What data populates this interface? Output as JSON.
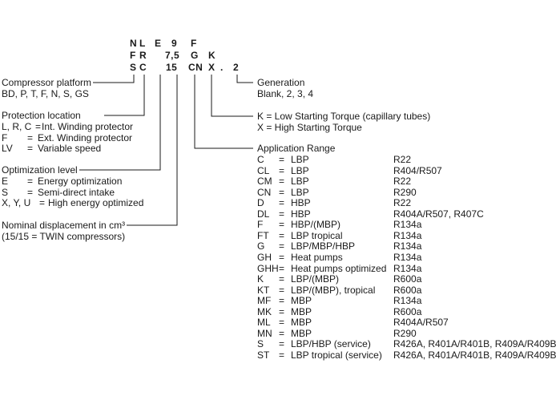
{
  "code_rows": {
    "row1": [
      "N",
      "L",
      "E",
      "9",
      "F"
    ],
    "row2": [
      "F",
      "R",
      "7,5",
      "G",
      "K"
    ],
    "row3": [
      "S",
      "C",
      "15",
      "CN",
      "X",
      ".",
      "2"
    ]
  },
  "compressor_platform": {
    "title": "Compressor platform",
    "values": "BD, P, T, F, N, S, GS"
  },
  "protection_location": {
    "title": "Protection location",
    "options": [
      {
        "code": "L, R, C",
        "sep": "=",
        "desc": "Int. Winding protector"
      },
      {
        "code": "F",
        "sep": "=",
        "desc": "Ext. Winding protector"
      },
      {
        "code": "LV",
        "sep": "=",
        "desc": "Variable speed"
      }
    ]
  },
  "optimization_level": {
    "title": "Optimization level",
    "options": [
      {
        "code": "E",
        "sep": "=",
        "desc": "Energy optimization"
      },
      {
        "code": "S",
        "sep": "=",
        "desc": "Semi-direct intake"
      },
      {
        "code": "X, Y, U",
        "sep": "=",
        "desc": "High energy optimized"
      }
    ]
  },
  "nominal_displacement": {
    "title": "Nominal displacement in cm³",
    "note": "(15/15 = TWIN compressors)"
  },
  "generation": {
    "title": "Generation",
    "values": "Blank, 2, 3, 4"
  },
  "starting_torque": {
    "line1": "K = Low Starting Torque (capillary tubes)",
    "line2": "X = High Starting Torque"
  },
  "application_range": {
    "title": "Application Range",
    "rows": [
      {
        "code": "C",
        "sep": "=",
        "desc": "LBP",
        "refrigerant": "R22"
      },
      {
        "code": "CL",
        "sep": "=",
        "desc": "LBP",
        "refrigerant": "R404/R507"
      },
      {
        "code": "CM",
        "sep": "=",
        "desc": "LBP",
        "refrigerant": "R22"
      },
      {
        "code": "CN",
        "sep": "=",
        "desc": "LBP",
        "refrigerant": "R290"
      },
      {
        "code": "D",
        "sep": "=",
        "desc": "HBP",
        "refrigerant": "R22"
      },
      {
        "code": "DL",
        "sep": "=",
        "desc": "HBP",
        "refrigerant": "R404A/R507, R407C"
      },
      {
        "code": "F",
        "sep": "=",
        "desc": "HBP/(MBP)",
        "refrigerant": "R134a"
      },
      {
        "code": "FT",
        "sep": "=",
        "desc": "LBP tropical",
        "refrigerant": "R134a"
      },
      {
        "code": "G",
        "sep": "=",
        "desc": "LBP/MBP/HBP",
        "refrigerant": "R134a"
      },
      {
        "code": "GH",
        "sep": "=",
        "desc": "Heat pumps",
        "refrigerant": "R134a"
      },
      {
        "code": "GHH",
        "sep": "=",
        "desc": "Heat pumps optimized",
        "refrigerant": "R134a"
      },
      {
        "code": "K",
        "sep": "=",
        "desc": "LBP/(MBP)",
        "refrigerant": "R600a"
      },
      {
        "code": "KT",
        "sep": "=",
        "desc": "LBP/(MBP), tropical",
        "refrigerant": "R600a"
      },
      {
        "code": "MF",
        "sep": "=",
        "desc": "MBP",
        "refrigerant": "R134a"
      },
      {
        "code": "MK",
        "sep": "=",
        "desc": "MBP",
        "refrigerant": "R600a"
      },
      {
        "code": "ML",
        "sep": "=",
        "desc": "MBP",
        "refrigerant": "R404A/R507"
      },
      {
        "code": "MN",
        "sep": "=",
        "desc": "MBP",
        "refrigerant": "R290"
      },
      {
        "code": "S",
        "sep": "=",
        "desc": "LBP/HBP (service)",
        "refrigerant": "R426A, R401A/R401B, R409A/R409B"
      },
      {
        "code": "ST",
        "sep": "=",
        "desc": "LBP tropical (service)",
        "refrigerant": "R426A, R401A/R401B, R409A/R409B"
      }
    ]
  }
}
